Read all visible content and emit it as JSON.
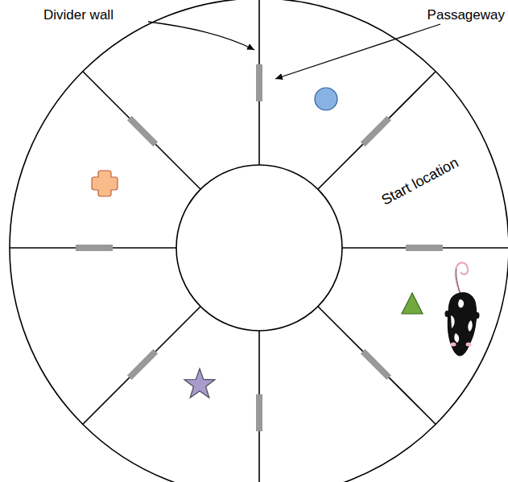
{
  "diagram": {
    "labels": [
      "Divider wall",
      "Passageway",
      "Start location"
    ]
  }
}
